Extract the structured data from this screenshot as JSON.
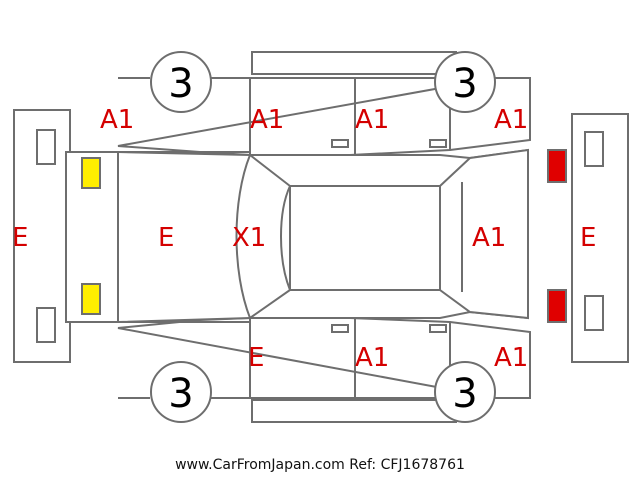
{
  "panel_codes": {
    "a1_front_left_fender": "A1",
    "a1_front_left_door": "A1",
    "a1_rear_left_door": "A1",
    "a1_rear_left_fender": "A1",
    "e_front_bumper": "E",
    "e_hood": "E",
    "x1_windshield": "X1",
    "a1_trunk": "A1",
    "e_rear_bumper": "E",
    "e_front_right_door": "E",
    "a1_rear_right_door": "A1",
    "a1_rear_right_fender": "A1"
  },
  "wheel_numbers": {
    "front_left": "3",
    "rear_left": "3",
    "front_right": "3",
    "rear_right": "3"
  },
  "colors": {
    "code_text": "#d40000",
    "outline": "#6e6e6e",
    "front_light_marker": "#ffee00",
    "rear_light_marker": "#e00000"
  },
  "footer": "www.CarFromJapan.com Ref: CFJ1678761"
}
